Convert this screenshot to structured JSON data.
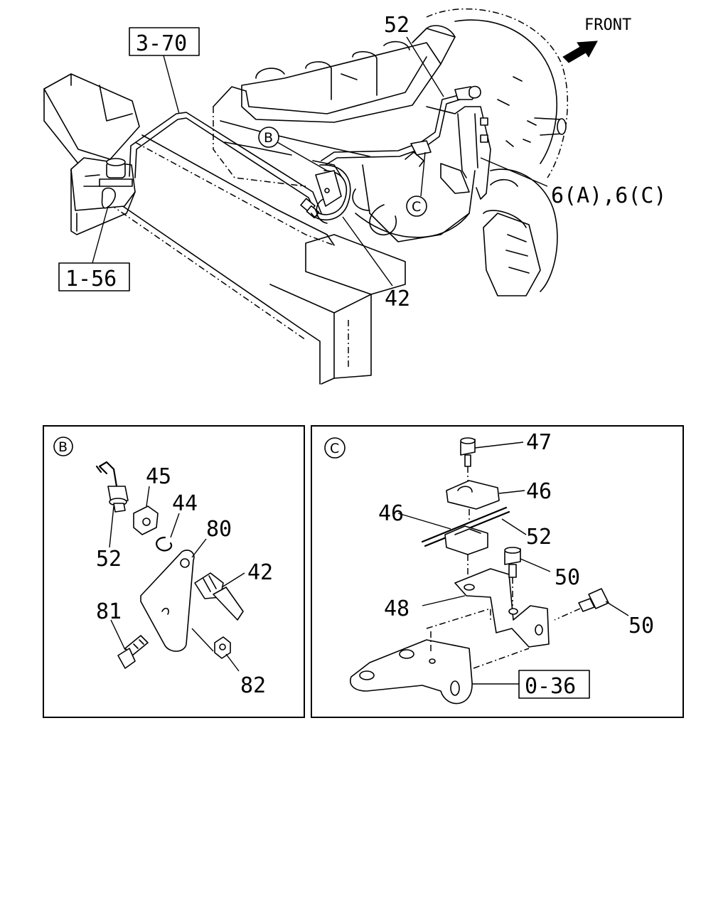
{
  "direction": {
    "label": "FRONT"
  },
  "refs": {
    "r3_70": "3-70",
    "r1_56": "1-56",
    "r0_36": "0-36"
  },
  "callouts": {
    "p52_top": "52",
    "p6ac": "6(A),6(C)",
    "p42_main": "42",
    "b_circle": "B",
    "c_circle": "C"
  },
  "detail_b": {
    "marker": "B",
    "parts": [
      "45",
      "44",
      "80",
      "42",
      "52",
      "81",
      "82"
    ]
  },
  "detail_c": {
    "marker": "C",
    "parts": [
      "47",
      "46",
      "46",
      "52",
      "50",
      "48",
      "50"
    ]
  }
}
